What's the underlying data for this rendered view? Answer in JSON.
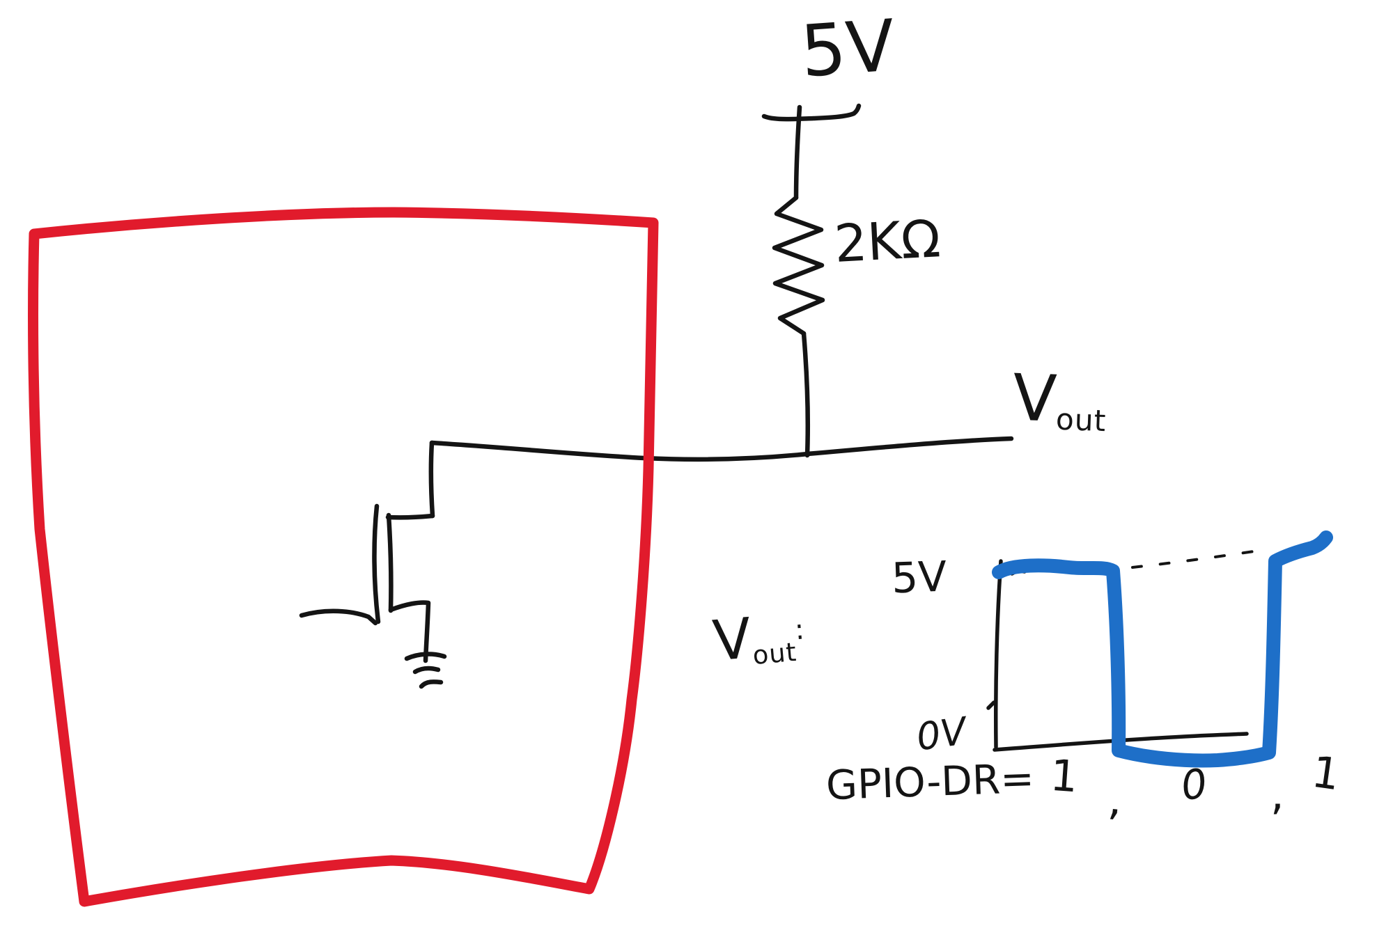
{
  "colors": {
    "ink": "#141414",
    "enclosure_red": "#e11b2c",
    "trace_blue": "#1e6fc8",
    "background": "#ffffff"
  },
  "circuit": {
    "supply_label": "5V",
    "resistor_label": "2KΩ",
    "output_label": {
      "main": "V",
      "sub": "out"
    }
  },
  "waveform": {
    "axis_label": {
      "main": "V",
      "sub": "out",
      "suffix": ":"
    },
    "high_level_label": "5V",
    "low_level_label": "0V",
    "gpio_prefix": "GPIO-DR=",
    "gpio_sequence": [
      "1",
      ",",
      "0",
      ",",
      "1"
    ]
  },
  "chart_data": {
    "type": "line",
    "subtype": "square-wave",
    "ylabel": "Vout",
    "y_tick_labels": [
      "5V",
      "0V"
    ],
    "x_tick_labels": [
      "1",
      "0",
      "1"
    ],
    "xlabel": "GPIO-DR=",
    "series": [
      {
        "name": "Vout",
        "gpio_dr": [
          "1",
          "0",
          "1"
        ],
        "values_v": [
          5,
          0,
          5
        ]
      }
    ],
    "ylim_v": [
      0,
      5
    ],
    "grid": false,
    "legend": "none",
    "dashed_reference_level_v": 5
  }
}
